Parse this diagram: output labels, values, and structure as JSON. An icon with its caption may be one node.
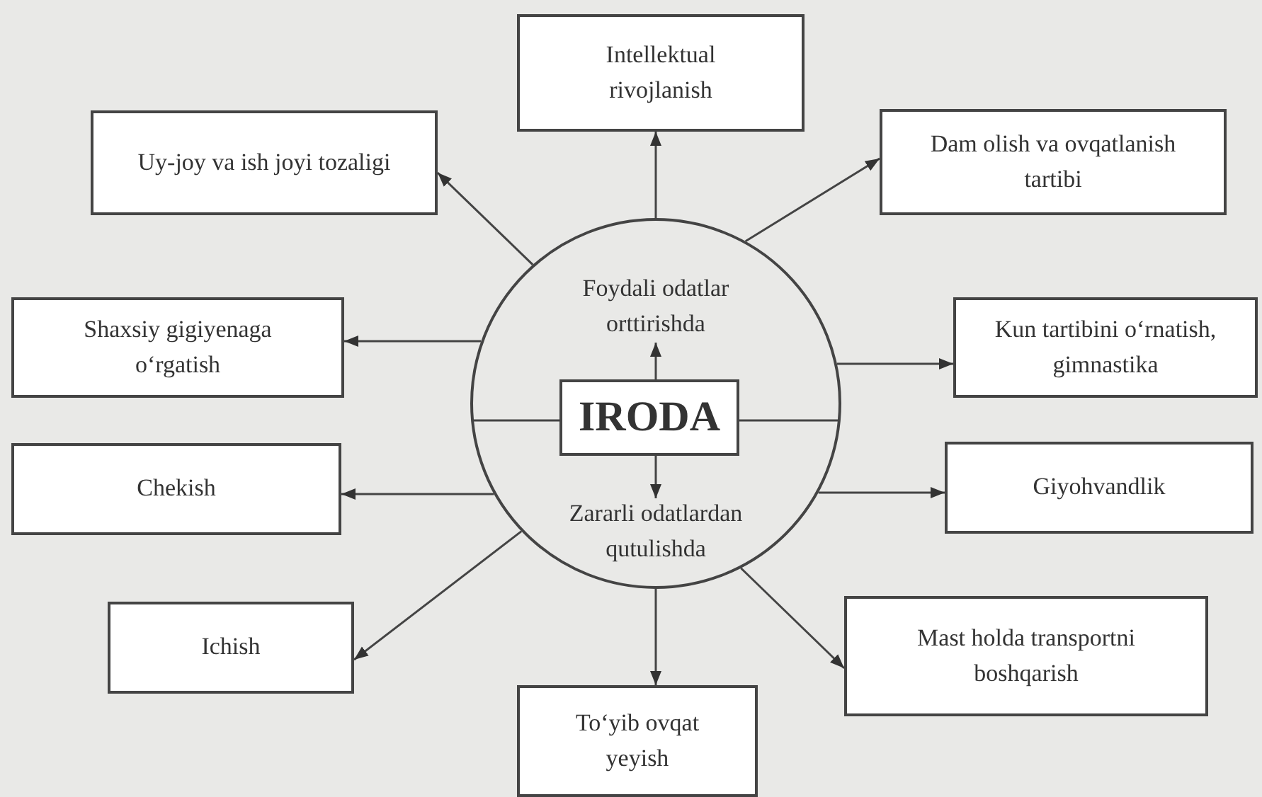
{
  "diagram": {
    "nodes": [
      {
        "text": [],
        "shape": "circle"
      },
      {
        "text": [
          "Foydali odatlar orttirishda"
        ],
        "in": 0
      },
      {
        "text": [
          "IRODA"
        ],
        "in": 0
      },
      {
        "text": [
          "Zararli odatlardan qutulishda"
        ],
        "in": 0
      },
      {
        "text": [
          "Intellektual rivojlanish"
        ]
      },
      {
        "text": [
          "Uy-joy va ish joyi tozaligi"
        ]
      },
      {
        "text": [
          "Dam olish va ovqatlanish tartibi"
        ]
      },
      {
        "text": [
          "Shaxsiy gigiyenaga o‘rgatish"
        ]
      },
      {
        "text": [
          "Kun tartibini o‘rnatish, gimnastika"
        ]
      },
      {
        "text": [
          "Chekish"
        ]
      },
      {
        "text": [
          "Giyohvandlik"
        ]
      },
      {
        "text": [
          "Ichish"
        ]
      },
      {
        "text": [
          "Mast holda transportni boshqarish"
        ]
      },
      {
        "text": [
          "To‘yib ovqat yeyish"
        ]
      }
    ],
    "edges": [
      {
        "from": 0,
        "to": 4,
        "arrow": "to"
      },
      {
        "from": 0,
        "to": 5,
        "arrow": "to"
      },
      {
        "from": 0,
        "to": 6,
        "arrow": "to"
      },
      {
        "from": 0,
        "to": 7,
        "arrow": "to"
      },
      {
        "from": 0,
        "to": 8,
        "arrow": "to"
      },
      {
        "from": 0,
        "to": 9,
        "arrow": "to"
      },
      {
        "from": 0,
        "to": 10,
        "arrow": "to"
      },
      {
        "from": 0,
        "to": 11,
        "arrow": "to"
      },
      {
        "from": 0,
        "to": 12,
        "arrow": "to"
      },
      {
        "from": 0,
        "to": 13,
        "arrow": "to"
      },
      {
        "from": 2,
        "to": 1,
        "arrow": "to"
      },
      {
        "from": 2,
        "to": 3,
        "arrow": "to"
      }
    ]
  }
}
